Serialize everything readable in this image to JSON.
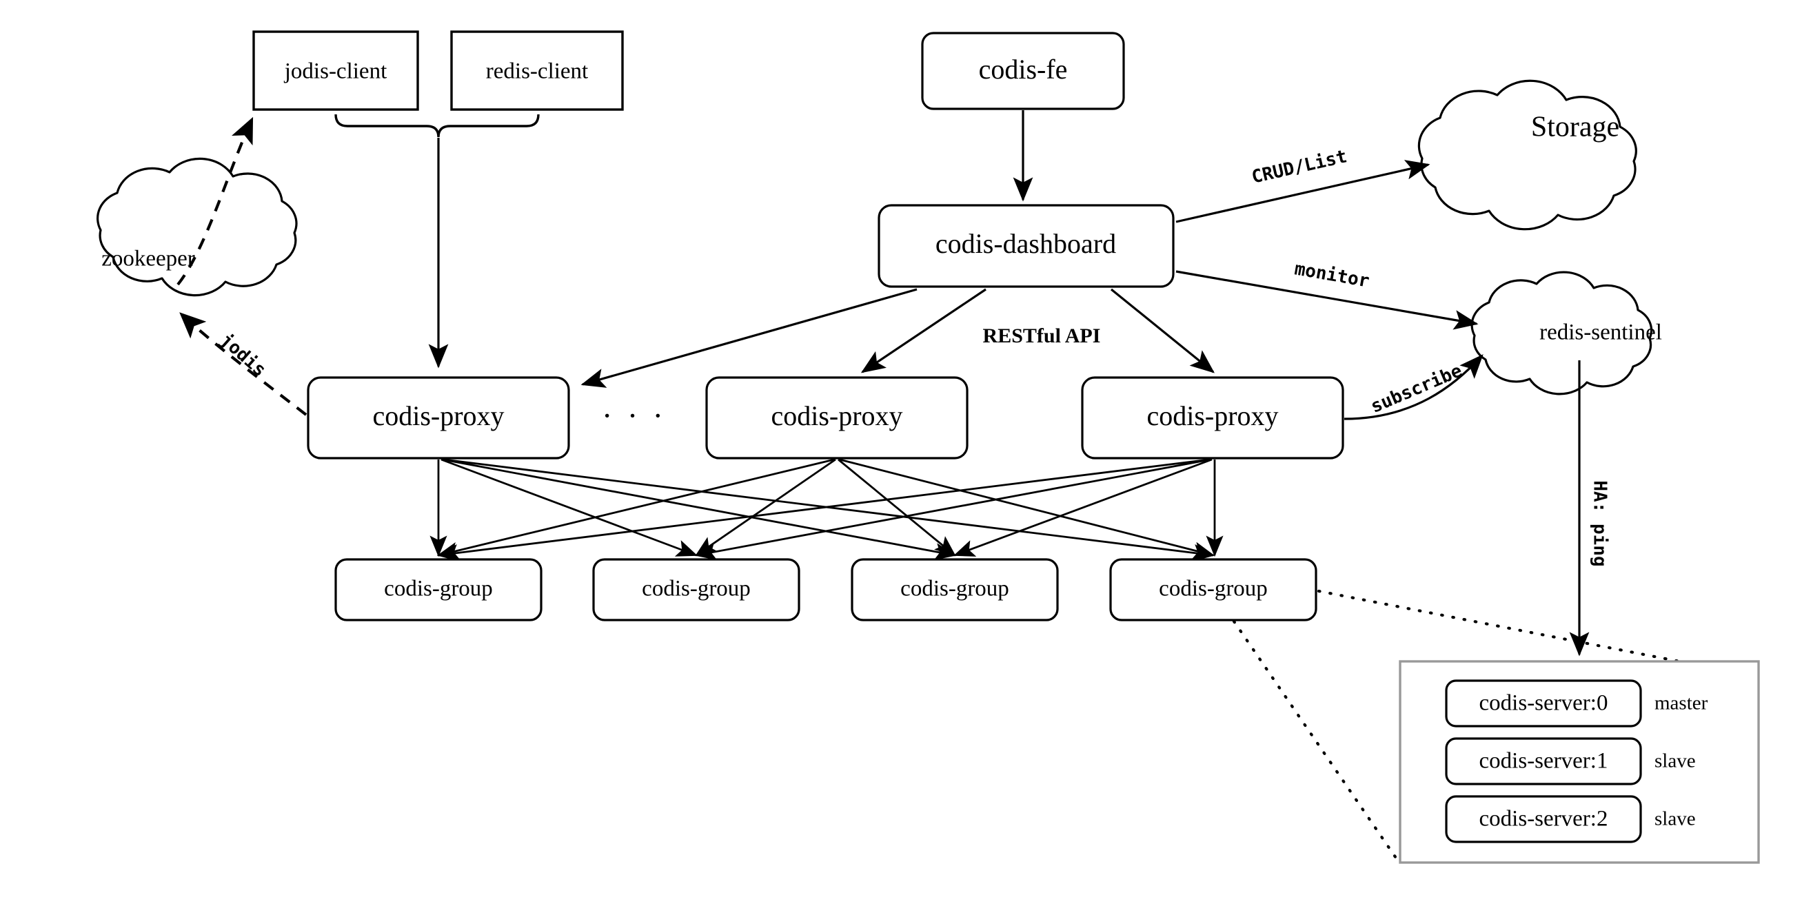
{
  "diagram": {
    "title": "Codis architecture",
    "background_color": "#ffffff",
    "line_color": "#000000",
    "panel_border_color": "#999999"
  },
  "clients": {
    "jodis_client": "jodis-client",
    "redis_client": "redis-client"
  },
  "clouds": {
    "zookeeper": "zookeeper",
    "storage": "Storage",
    "redis_sentinel": "redis-sentinel"
  },
  "control_plane": {
    "codis_fe": "codis-fe",
    "codis_dashboard": "codis-dashboard"
  },
  "proxies": [
    {
      "label": "codis-proxy"
    },
    {
      "label": "codis-proxy"
    },
    {
      "label": "codis-proxy"
    }
  ],
  "proxy_ellipsis": "· · ·",
  "groups": [
    {
      "label": "codis-group"
    },
    {
      "label": "codis-group"
    },
    {
      "label": "codis-group"
    },
    {
      "label": "codis-group"
    }
  ],
  "group_detail_panel": {
    "servers": [
      {
        "label": "codis-server:0",
        "role": "master"
      },
      {
        "label": "codis-server:1",
        "role": "slave"
      },
      {
        "label": "codis-server:2",
        "role": "slave"
      }
    ]
  },
  "edge_labels": {
    "jodis": "jodis",
    "crud_list": "CRUD/List",
    "monitor": "monitor",
    "restful_api": "RESTful API",
    "subscribe": "subscribe",
    "ha_ping": "HA: ping"
  }
}
